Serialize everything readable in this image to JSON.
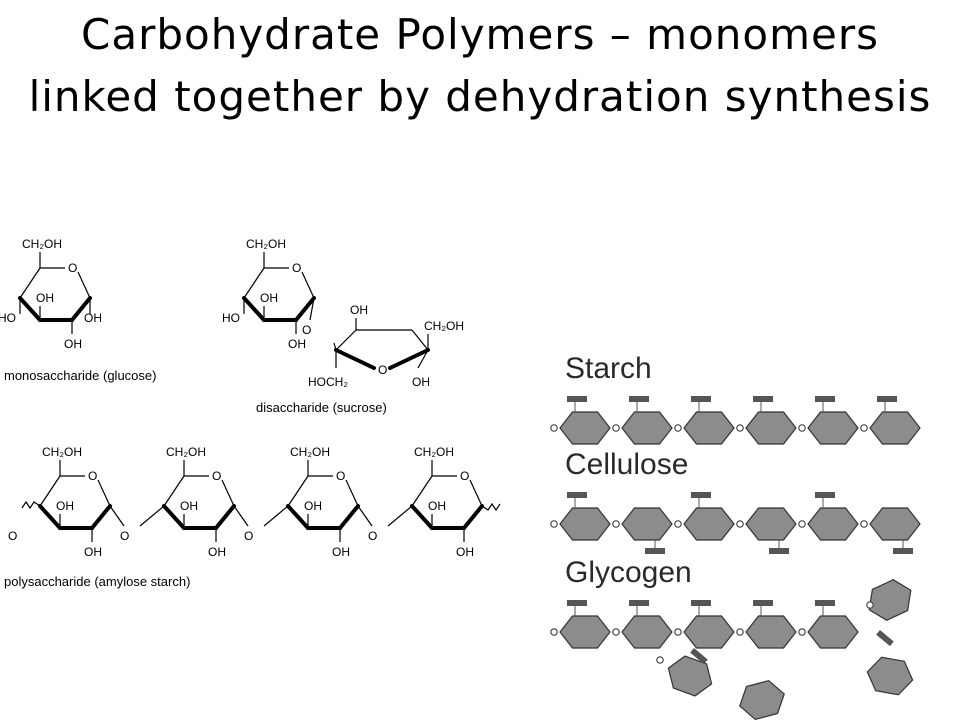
{
  "slide": {
    "title": "Carbohydrate Polymers – monomers linked together by dehydration synthesis"
  },
  "structures": {
    "ring_atoms": {
      "ch2oh": "CH₂OH",
      "oh": "OH",
      "ho": "HO",
      "o": "O",
      "hoch2": "HOCH₂"
    },
    "monosaccharide_caption": "monosaccharide (glucose)",
    "disaccharide_caption": "disaccharide (sucrose)",
    "polysaccharide_caption": "polysaccharide (amylose starch)"
  },
  "polymers": [
    {
      "label": "Starch",
      "units": 6,
      "branching": "none"
    },
    {
      "label": "Cellulose",
      "units": 6,
      "branching": "alternating"
    },
    {
      "label": "Glycogen",
      "units": 5,
      "branching": "branched"
    }
  ],
  "colors": {
    "monomer_fill": "#8c8c8c",
    "label_text": "#2a2a2a"
  }
}
